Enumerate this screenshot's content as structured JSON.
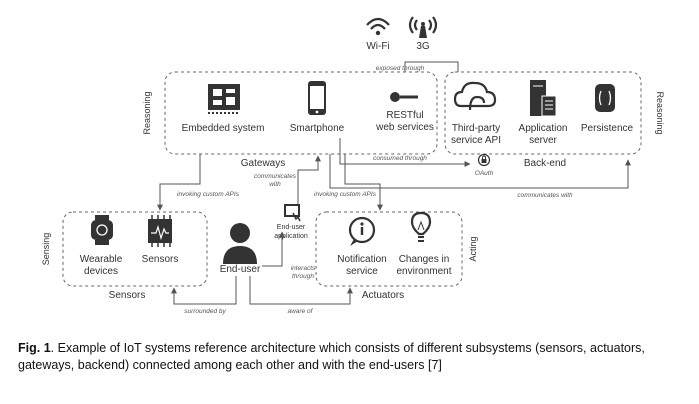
{
  "diagram": {
    "network": {
      "wifi": "Wi-Fi",
      "g3": "3G"
    },
    "gateways": {
      "group": "Gateways",
      "embedded": "Embedded system",
      "smartphone": "Smartphone",
      "restful_1": "RESTful",
      "restful_2": "web services"
    },
    "backend": {
      "group": "Back-end",
      "third_party_1": "Third-party",
      "third_party_2": "service API",
      "app_server_1": "Application",
      "app_server_2": "server",
      "persistence": "Persistence",
      "oauth": "OAuth"
    },
    "sensors": {
      "group": "Sensors",
      "wearable_1": "Wearable",
      "wearable_2": "devices",
      "sensors": "Sensors"
    },
    "end_user": {
      "label": "End-user",
      "app_1": "End-user",
      "app_2": "application"
    },
    "actuators": {
      "group": "Actuators",
      "notification_1": "Notification",
      "notification_2": "service",
      "changes_1": "Changes in",
      "changes_2": "environment"
    },
    "side_labels": {
      "reasoning_left": "Reasoning",
      "reasoning_right": "Reasoning",
      "sensing": "Sensing",
      "acting": "Acting"
    },
    "edge_labels": {
      "exposed_through": "exposed through",
      "consumed_through": "consumed through",
      "communicates_with_small_1": "communicates",
      "communicates_with_small_2": "with",
      "invoking_left": "invoking custom APIs",
      "invoking_right": "invoking custom APIs",
      "communicates_with": "communicates with",
      "interacts_1": "interacts",
      "interacts_2": "through",
      "surrounded_by": "surrounded by",
      "aware_of": "aware of"
    }
  },
  "caption": {
    "label": "Fig. 1",
    "text": ". Example of IoT systems reference architecture which consists of different subsystems (sensors, actuators, gateways, backend) connected among each other and with the end-users [7]"
  }
}
